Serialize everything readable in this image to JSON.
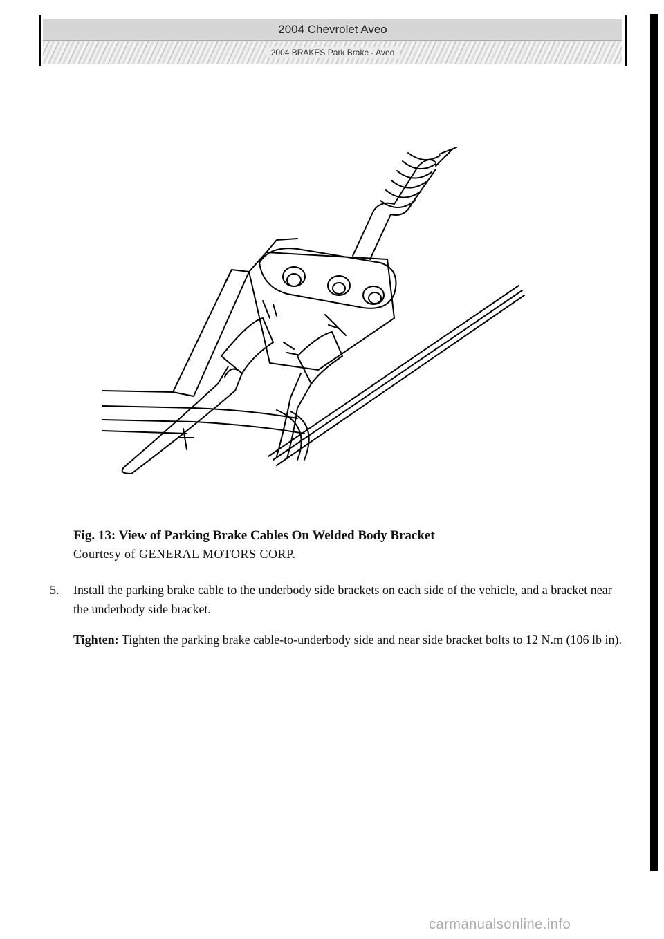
{
  "header": {
    "title": "2004 Chevrolet Aveo",
    "subtitle": "2004 BRAKES Park Brake - Aveo"
  },
  "figure": {
    "caption": "Fig. 13: View of Parking Brake Cables On Welded Body Bracket",
    "credit": "Courtesy of GENERAL MOTORS CORP."
  },
  "steps": [
    {
      "number": "5.",
      "text": "Install the parking brake cable to the underbody side brackets on each side of the vehicle, and a bracket near the underbody side bracket.",
      "tighten_label": "Tighten:",
      "tighten_text": " Tighten the parking brake cable-to-underbody side and near side bracket bolts to 12 N.m (106 lb in)."
    }
  ],
  "watermark": "carmanualsonline.info"
}
